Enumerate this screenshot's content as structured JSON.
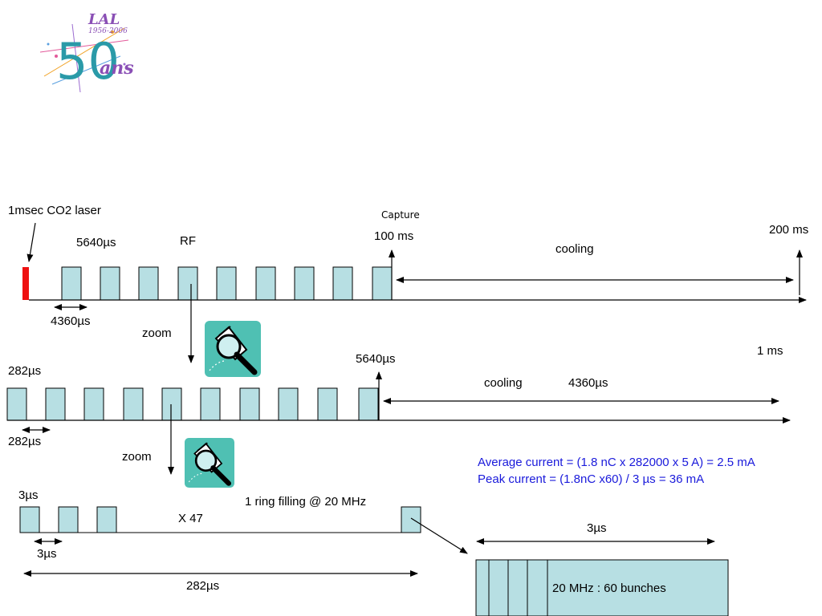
{
  "logo": {
    "lab": "LAL",
    "years": "1956-2006",
    "fifty": "50",
    "ans": "ans"
  },
  "row1": {
    "laser_label": "1msec CO2 laser",
    "period_label": "5640µs",
    "rf_label": "RF",
    "capture_label": "Capture",
    "t100_label": "100 ms",
    "cooling_label": "cooling",
    "t200_label": "200 ms",
    "gap_label": "4360µs",
    "zoom_label": "zoom"
  },
  "row2": {
    "pulse_label": "282µs",
    "end_label": "5640µs",
    "ms_label": "1 ms",
    "cooling_label": "cooling",
    "cooling_time": "4360µs",
    "gap_label": "282µs",
    "zoom_label": "zoom"
  },
  "row3": {
    "pulse_label": "3µs",
    "times_label": "X 47",
    "filling_label": "1 ring filling @ 20 MHz",
    "gap_label": "3µs",
    "span_label": "282µs"
  },
  "currents": {
    "average": "Average current = (1.8 nC x 282000 x 5 A) = 2.5 mA",
    "peak": "Peak current = (1.8nC x60) / 3 µs = 36 mA"
  },
  "bunches": {
    "width_label": "3µs",
    "label": "20 MHz : 60 bunches"
  },
  "colors": {
    "pulse_fill": "#b7dfe3",
    "laser_red": "#ee1111",
    "magnifier_bg": "#4fc0b3",
    "text_blue": "#1a1adb"
  }
}
